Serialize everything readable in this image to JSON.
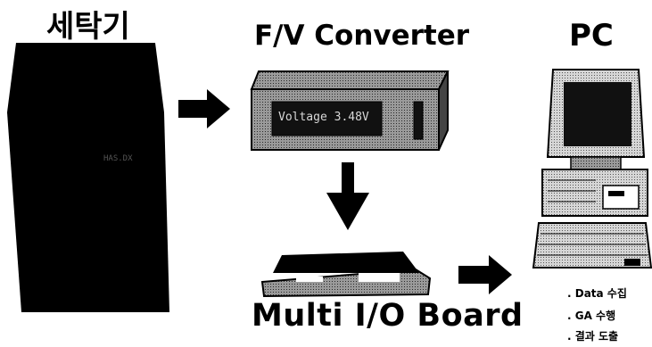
{
  "washer": {
    "title": "세탁기",
    "label": "HAS.DX"
  },
  "converter": {
    "title": "F/V Converter",
    "display": "Voltage 3.48V"
  },
  "pc": {
    "title": "PC",
    "tasks": [
      ". Data 수집",
      ". GA 수행",
      ". 결과 도출"
    ]
  },
  "board": {
    "title": "Multi I/O Board"
  }
}
